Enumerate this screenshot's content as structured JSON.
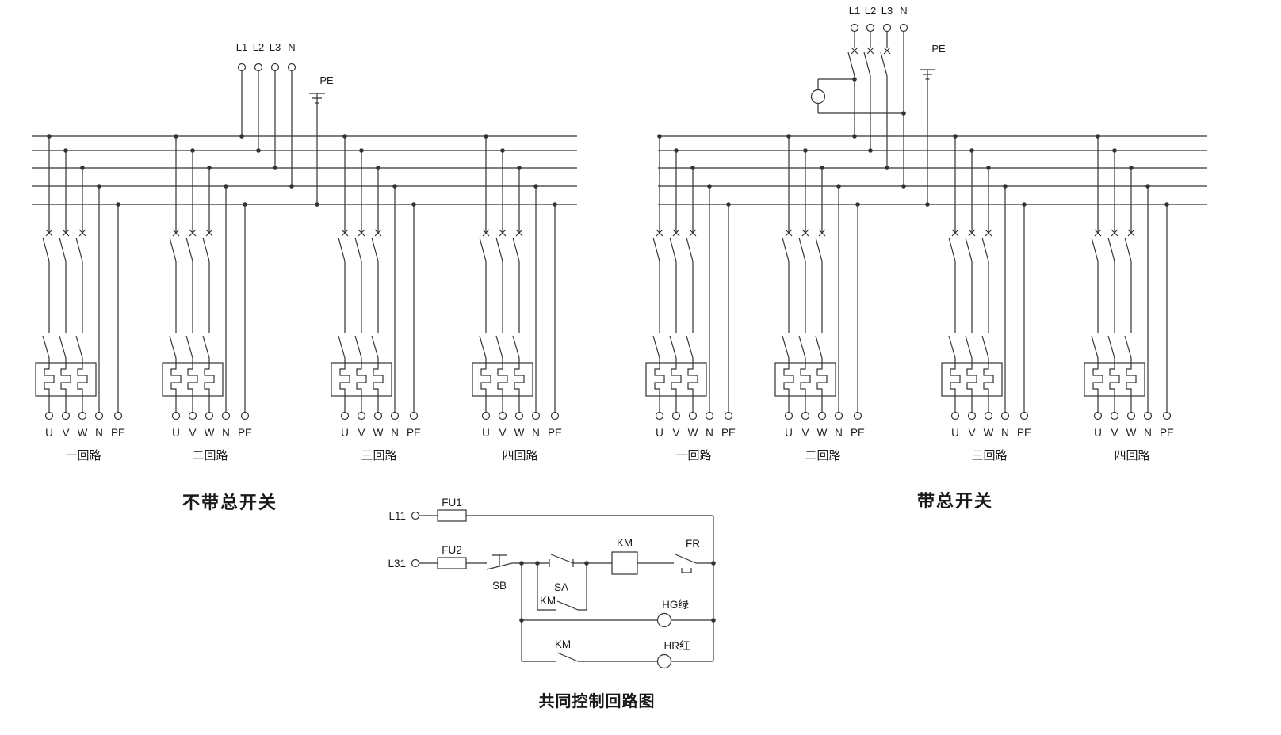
{
  "colors": {
    "line": "#333333",
    "text": "#1a1a1a",
    "background": "#ffffff"
  },
  "panels": [
    {
      "caption": "不带总开关",
      "phase_labels": [
        "L1",
        "L2",
        "L3",
        "N"
      ],
      "pe_label": "PE",
      "circuits": [
        {
          "name": "一回路",
          "terminals": [
            "U",
            "V",
            "W",
            "N",
            "PE"
          ]
        },
        {
          "name": "二回路",
          "terminals": [
            "U",
            "V",
            "W",
            "N",
            "PE"
          ]
        },
        {
          "name": "三回路",
          "terminals": [
            "U",
            "V",
            "W",
            "N",
            "PE"
          ]
        },
        {
          "name": "四回路",
          "terminals": [
            "U",
            "V",
            "W",
            "N",
            "PE"
          ]
        }
      ]
    },
    {
      "caption": "带总开关",
      "phase_labels": [
        "L1",
        "L2",
        "L3",
        "N"
      ],
      "pe_label": "PE",
      "circuits": [
        {
          "name": "一回路",
          "terminals": [
            "U",
            "V",
            "W",
            "N",
            "PE"
          ]
        },
        {
          "name": "二回路",
          "terminals": [
            "U",
            "V",
            "W",
            "N",
            "PE"
          ]
        },
        {
          "name": "三回路",
          "terminals": [
            "U",
            "V",
            "W",
            "N",
            "PE"
          ]
        },
        {
          "name": "四回路",
          "terminals": [
            "U",
            "V",
            "W",
            "N",
            "PE"
          ]
        }
      ]
    }
  ],
  "control": {
    "caption": "共同控制回路图",
    "l11": "L11",
    "l31": "L31",
    "fu1": "FU1",
    "fu2": "FU2",
    "sb": "SB",
    "sa": "SA",
    "km_hold": "KM",
    "km_coil": "KM",
    "km_run": "KM",
    "fr": "FR",
    "hg": "HG绿",
    "hr": "HR红"
  }
}
